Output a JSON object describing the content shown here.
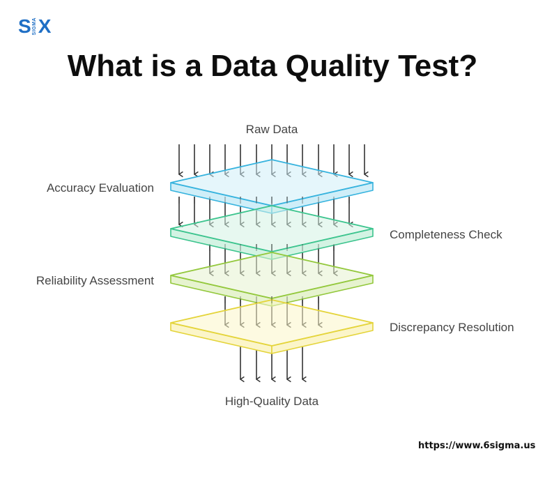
{
  "logo": {
    "left": "S",
    "middle": "SIGMA",
    "right": "X",
    "color": "#1f6fc5"
  },
  "title": "What is a Data Quality Test?",
  "diagram": {
    "input_label": "Raw Data",
    "output_label": "High-Quality Data",
    "stages": [
      {
        "label": "Accuracy Evaluation",
        "side": "left",
        "stroke": "#36b3de",
        "fill": "#cfeef8"
      },
      {
        "label": "Completeness Check",
        "side": "right",
        "stroke": "#3cc48e",
        "fill": "#d3f3e3"
      },
      {
        "label": "Reliability Assessment",
        "side": "left",
        "stroke": "#93c83c",
        "fill": "#e6f3cf"
      },
      {
        "label": "Discrepancy Resolution",
        "side": "right",
        "stroke": "#e4d43a",
        "fill": "#fbf5c9"
      }
    ]
  },
  "footer": {
    "url": "https://www.6sigma.us"
  }
}
